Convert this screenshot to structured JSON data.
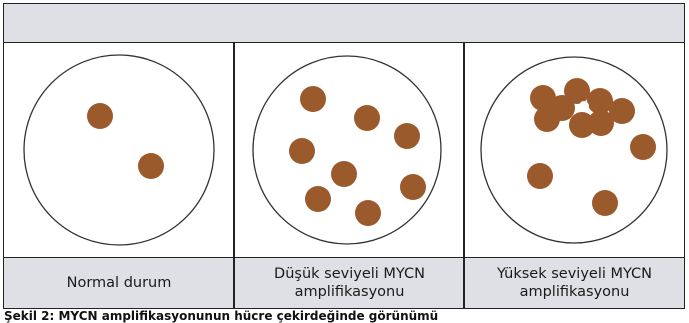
{
  "header": {
    "text": ""
  },
  "panels": [
    {
      "caption": "Normal durum"
    },
    {
      "caption": "Düşük seviyeli MYCN amplifikasyonu"
    },
    {
      "caption": "Yüksek seviyeli MYCN amplifikasyonu"
    }
  ],
  "colors": {
    "dot": "#9b5a2c",
    "circle_stroke": "#333333",
    "band": "#dfe0e6"
  },
  "figure_caption": "Şekil 2: MYCN amplifikasyonunun hücre çekirdeğinde görünümü"
}
